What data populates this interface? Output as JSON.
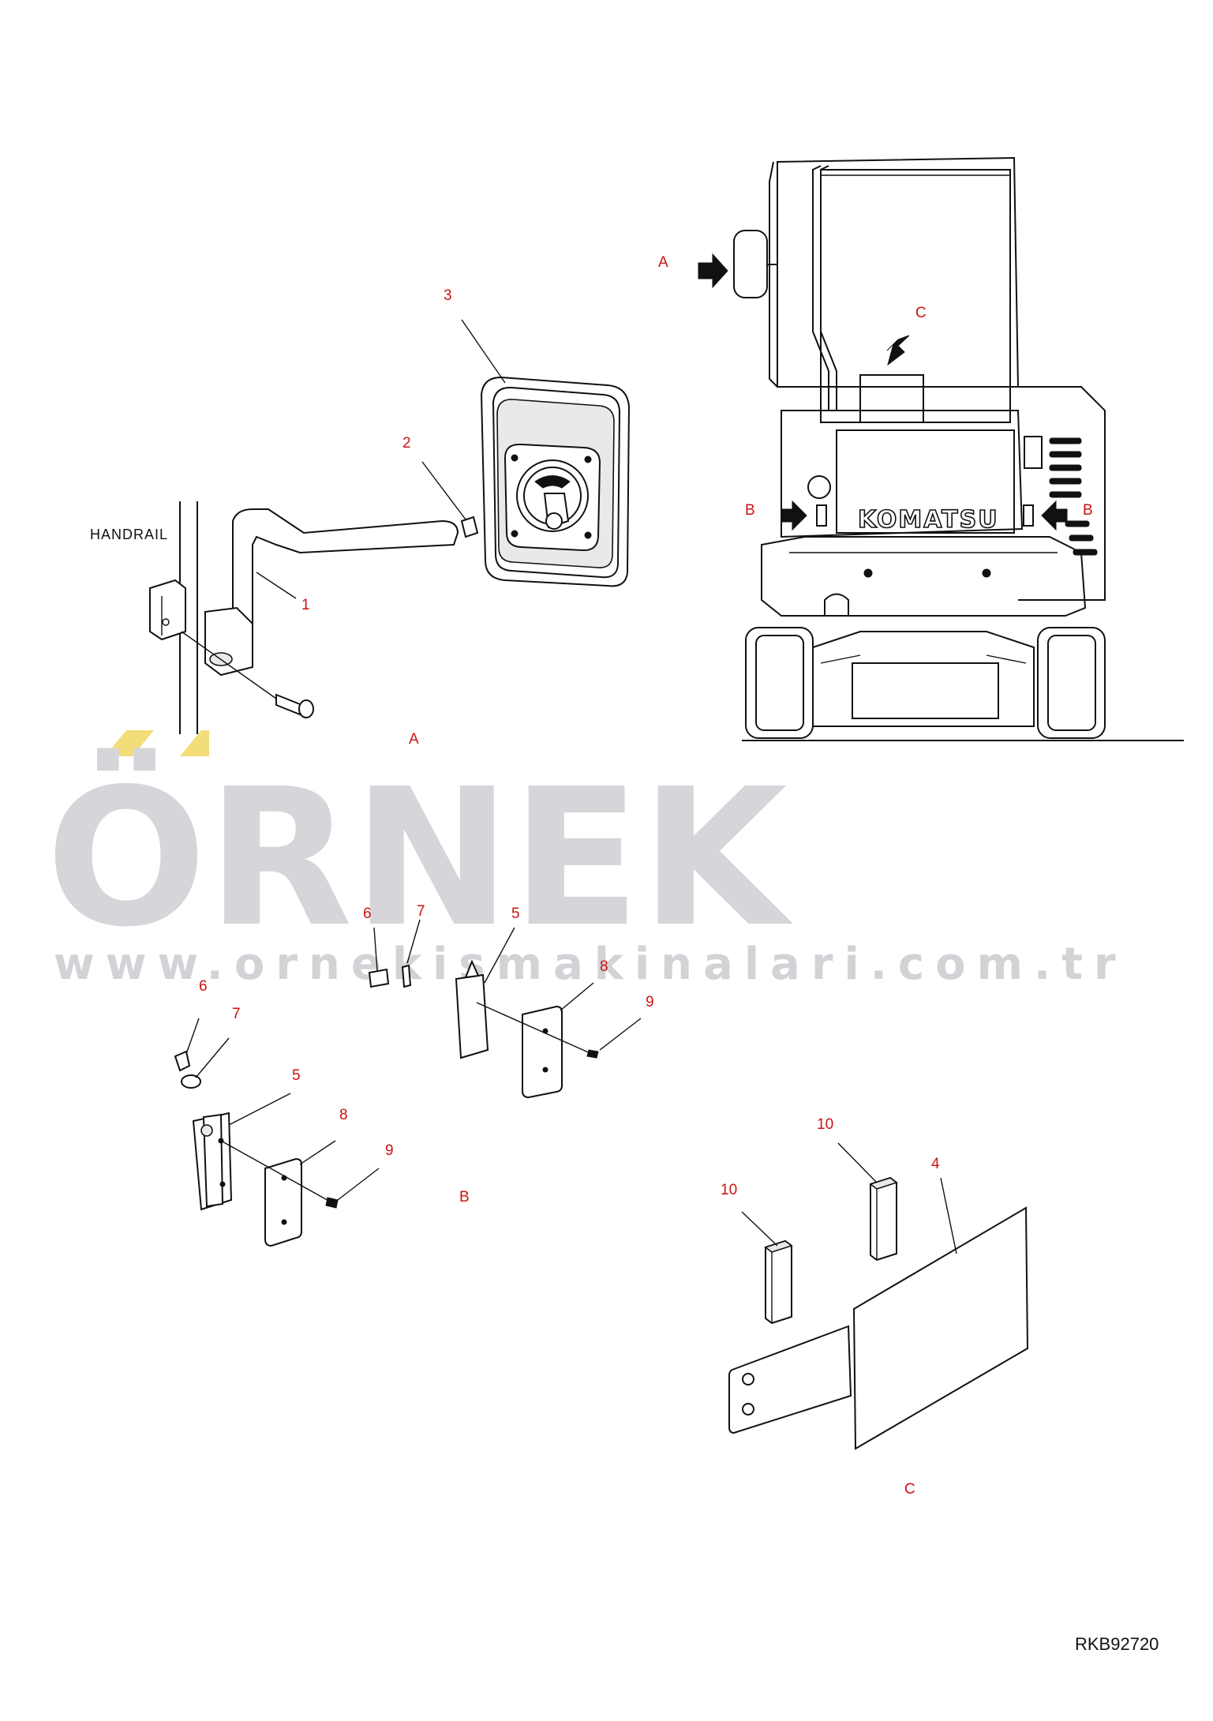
{
  "labels": {
    "handrail": "HANDRAIL",
    "figure_id": "RKB92720",
    "brand_on_machine": "KOMATSU",
    "watermark_text": "ÖRNEK",
    "watermark_url": "www.ornekismakinalari.com.tr"
  },
  "view_labels": {
    "a_top": "A",
    "a_section": "A",
    "b_left": "B",
    "b_right": "B",
    "b_section": "B",
    "c_top": "C",
    "c_section": "C"
  },
  "callouts": {
    "mirror_section": [
      "1",
      "2",
      "3"
    ],
    "bracket_upper": [
      "6",
      "7",
      "5",
      "8",
      "9"
    ],
    "bracket_lower": [
      "6",
      "7",
      "5",
      "8",
      "9"
    ],
    "plate_section": [
      "10",
      "10",
      "4"
    ]
  },
  "colors": {
    "callout_red": "#cc1111",
    "line_black": "#111111",
    "watermark_gray": "#d6d5d9",
    "watermark_yellow": "#f3dc7a"
  }
}
